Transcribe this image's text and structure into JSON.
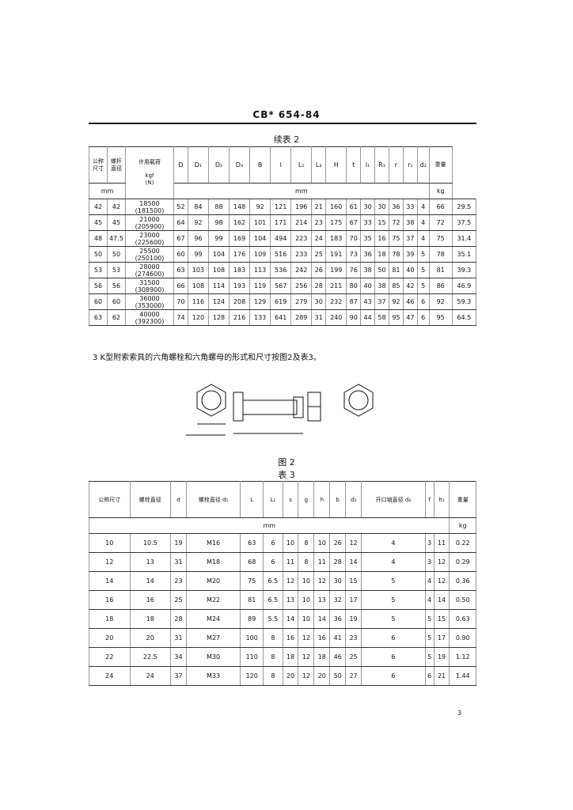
{
  "header": "CB* 654-84",
  "table2_caption": "续表 2",
  "table2": {
    "headers_row1": [
      "公称",
      "螺杆",
      "许用载荷"
    ],
    "headers_row2": [
      "尺寸",
      "直径",
      "kgf"
    ],
    "headers_unit": [
      "mm",
      "(N)"
    ],
    "cols": [
      "D",
      "D₁",
      "D₂",
      "D₃",
      "B",
      "l",
      "L₁",
      "L₂",
      "H",
      "t",
      "l₁",
      "R₁",
      "r",
      "r₁",
      "d₂",
      "重量"
    ],
    "unit_mm": "mm",
    "unit_kg": "kg",
    "rows": [
      {
        "a": "42",
        "b": "42",
        "kgf": "18500",
        "n": "(181500)",
        "v": [
          "52",
          "84",
          "88",
          "148",
          "92",
          "121",
          "196",
          "21",
          "160",
          "61",
          "30",
          "30",
          "36",
          "33",
          "4",
          "66",
          "29.5"
        ]
      },
      {
        "a": "45",
        "b": "45",
        "kgf": "21000",
        "n": "(205900)",
        "v": [
          "64",
          "92",
          "98",
          "162",
          "101",
          "171",
          "214",
          "23",
          "175",
          "67",
          "33",
          "15",
          "72",
          "38",
          "4",
          "72",
          "37.5"
        ]
      },
      {
        "a": "48",
        "b": "47.5",
        "kgf": "23000",
        "n": "(225600)",
        "v": [
          "67",
          "96",
          "99",
          "169",
          "104",
          "494",
          "223",
          "24",
          "183",
          "70",
          "35",
          "16",
          "75",
          "37",
          "4",
          "75",
          "31.4"
        ]
      },
      {
        "a": "50",
        "b": "50",
        "kgf": "25500",
        "n": "(250100)",
        "v": [
          "60",
          "99",
          "104",
          "176",
          "109",
          "516",
          "233",
          "25",
          "191",
          "73",
          "36",
          "18",
          "78",
          "39",
          "5",
          "78",
          "35.1"
        ]
      },
      {
        "a": "53",
        "b": "53",
        "kgf": "28000",
        "n": "(274600)",
        "v": [
          "63",
          "103",
          "108",
          "183",
          "113",
          "536",
          "242",
          "26",
          "199",
          "76",
          "38",
          "50",
          "81",
          "40",
          "5",
          "81",
          "39.3"
        ]
      },
      {
        "a": "56",
        "b": "56",
        "kgf": "31500",
        "n": "(308900)",
        "v": [
          "66",
          "108",
          "114",
          "193",
          "119",
          "567",
          "256",
          "28",
          "211",
          "80",
          "40",
          "38",
          "85",
          "42",
          "5",
          "86",
          "46.9"
        ]
      },
      {
        "a": "60",
        "b": "60",
        "kgf": "36000",
        "n": "(353000)",
        "v": [
          "70",
          "116",
          "124",
          "208",
          "129",
          "619",
          "279",
          "30",
          "232",
          "87",
          "43",
          "37",
          "92",
          "46",
          "6",
          "92",
          "59.3"
        ]
      },
      {
        "a": "63",
        "b": "62",
        "kgf": "40000",
        "n": "(392300)",
        "v": [
          "74",
          "120",
          "128",
          "216",
          "133",
          "641",
          "289",
          "31",
          "240",
          "90",
          "44",
          "58",
          "95",
          "47",
          "6",
          "95",
          "64.5"
        ]
      }
    ]
  },
  "note3": "3  K型附索索具的六角螺栓和六角螺母的形式和尺寸按图2及表3。",
  "figure_caption": "图 2",
  "table3_caption": "表 3",
  "table3": {
    "headers": [
      "公称尺寸",
      "螺栓直径",
      "d",
      "螺栓直径 d₁",
      "L",
      "L₁",
      "s",
      "g",
      "h",
      "b",
      "d₃",
      "开口销直径 d₄",
      "f",
      "h₁",
      "重量"
    ],
    "unit_mm": "mm",
    "unit_kg": "kg",
    "rows": [
      [
        "10",
        "10.5",
        "19",
        "M16",
        "63",
        "6",
        "10",
        "8",
        "10",
        "26",
        "12",
        "4",
        "3",
        "11",
        "0.22"
      ],
      [
        "12",
        "13",
        "31",
        "M18",
        "68",
        "6",
        "11",
        "8",
        "11",
        "28",
        "14",
        "4",
        "3",
        "12",
        "0.29"
      ],
      [
        "14",
        "14",
        "23",
        "M20",
        "75",
        "6.5",
        "12",
        "10",
        "12",
        "30",
        "15",
        "5",
        "4",
        "12",
        "0.36"
      ],
      [
        "16",
        "16",
        "25",
        "M22",
        "81",
        "6.5",
        "13",
        "10",
        "13",
        "32",
        "17",
        "5",
        "4",
        "14",
        "0.50"
      ],
      [
        "18",
        "18",
        "28",
        "M24",
        "89",
        "5.5",
        "14",
        "10",
        "14",
        "36",
        "19",
        "5",
        "5",
        "15",
        "0.63"
      ],
      [
        "20",
        "20",
        "31",
        "M27",
        "100",
        "8",
        "16",
        "12",
        "16",
        "41",
        "23",
        "6",
        "5",
        "17",
        "0.90"
      ],
      [
        "22",
        "22.5",
        "34",
        "M30",
        "110",
        "8",
        "18",
        "12",
        "18",
        "46",
        "25",
        "6",
        "5",
        "19",
        "1.12"
      ],
      [
        "24",
        "24",
        "37",
        "M33",
        "120",
        "8",
        "20",
        "12",
        "20",
        "50",
        "27",
        "6",
        "6",
        "21",
        "1.44"
      ]
    ]
  },
  "page_number": "3"
}
